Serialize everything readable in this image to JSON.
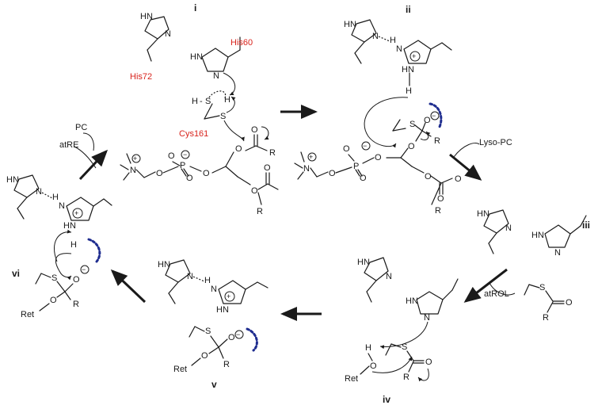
{
  "stages": {
    "i": "i",
    "ii": "ii",
    "iii": "iii",
    "iv": "iv",
    "v": "v",
    "vi": "vi"
  },
  "residues": {
    "his72": "His72",
    "his60": "His60",
    "cys161": "Cys161"
  },
  "reagents": {
    "pc": "PC",
    "atre": "atRE",
    "lyso_pc": "Lyso-PC",
    "atrol": "atROL"
  },
  "atoms": {
    "hn": "HN",
    "n": "N",
    "h": "H",
    "s": "S",
    "o": "O",
    "r": "R",
    "p": "P",
    "ret": "Ret",
    "hs": "H",
    "plus": "+",
    "minus": "−"
  },
  "colors": {
    "residue_label": "#d8231c",
    "lone_pair_dots": "#1f2d8f",
    "ink": "#1a1a1a"
  }
}
